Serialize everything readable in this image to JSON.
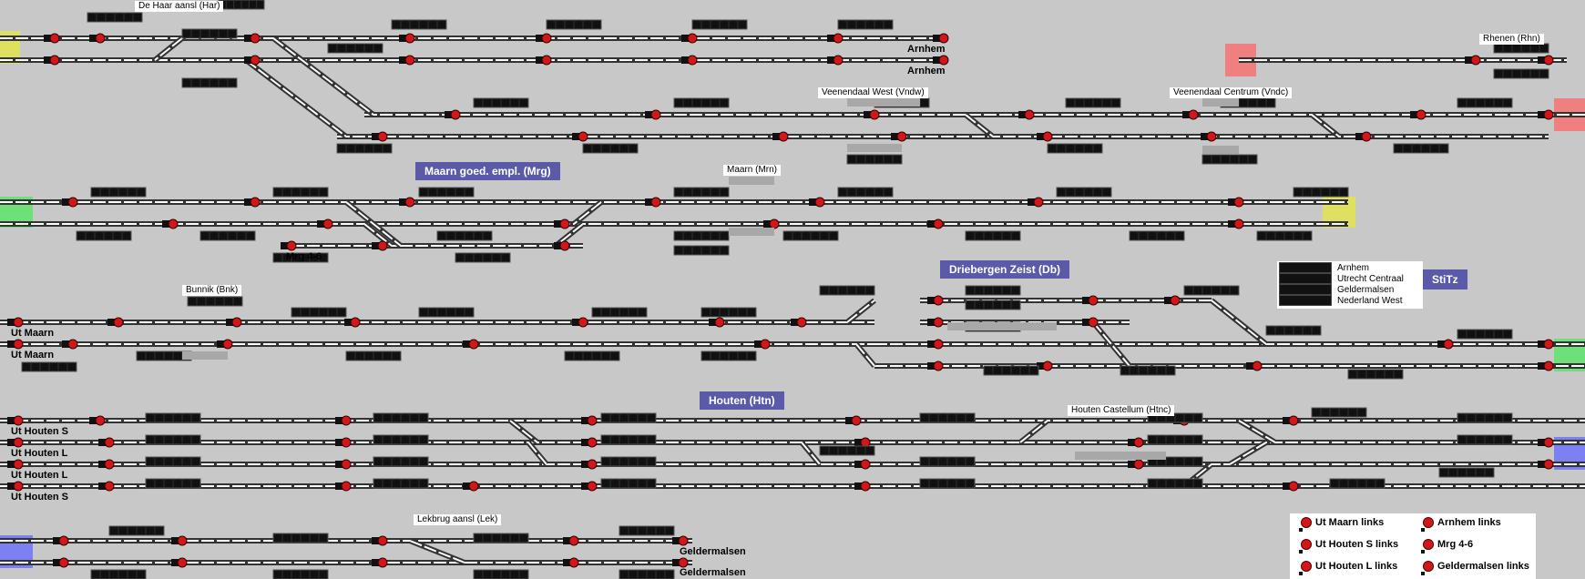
{
  "colors": {
    "background": "#c8c8c8",
    "track": "#ffffff",
    "signal_red": "#d01818",
    "signal_green": "#1a9c2a",
    "station_bg": "#5a5aa8",
    "edge_yellow": "#e0e060",
    "edge_green": "#6ee07a",
    "edge_red": "#f08080",
    "edge_blue": "#7c80f0"
  },
  "location_labels": {
    "de_haar": "De Haar aansl (Har)",
    "rhenen": "Rhenen (Rhn)",
    "veenendaal_west": "Veenendaal West (Vndw)",
    "veenendaal_centrum": "Veenendaal Centrum (Vndc)",
    "maarn": "Maarn (Mrn)",
    "bunnik": "Bunnik (Bnk)",
    "houten_castellum": "Houten Castellum (Htnc)",
    "lekbrug": "Lekbrug aansl (Lek)"
  },
  "stations": {
    "maarn_goed": "Maarn goed. empl. (Mrg)",
    "driebergen": "Driebergen Zeist (Db)",
    "houten": "Houten (Htn)"
  },
  "place_labels": {
    "arnhem_1": "Arnhem",
    "arnhem_2": "Arnhem",
    "mrg_4_6": "Mrg 4-6",
    "ut_maarn_1": "Ut Maarn",
    "ut_maarn_2": "Ut Maarn",
    "ut_houten_s_1": "Ut Houten S",
    "ut_houten_l_1": "Ut Houten L",
    "ut_houten_l_2": "Ut Houten L",
    "ut_houten_s_2": "Ut Houten S",
    "geldermalsen_1": "Geldermalsen",
    "geldermalsen_2": "Geldermalsen"
  },
  "destinations": [
    "Arnhem",
    "Utrecht Centraal",
    "Geldermalsen",
    "Nederland West"
  ],
  "stitz_button": "StiTz",
  "legend": [
    "Ut Maarn links",
    "Arnhem links",
    "Ut Houten S links",
    "Mrg 4-6",
    "Ut Houten L links",
    "Geldermalsen links"
  ]
}
